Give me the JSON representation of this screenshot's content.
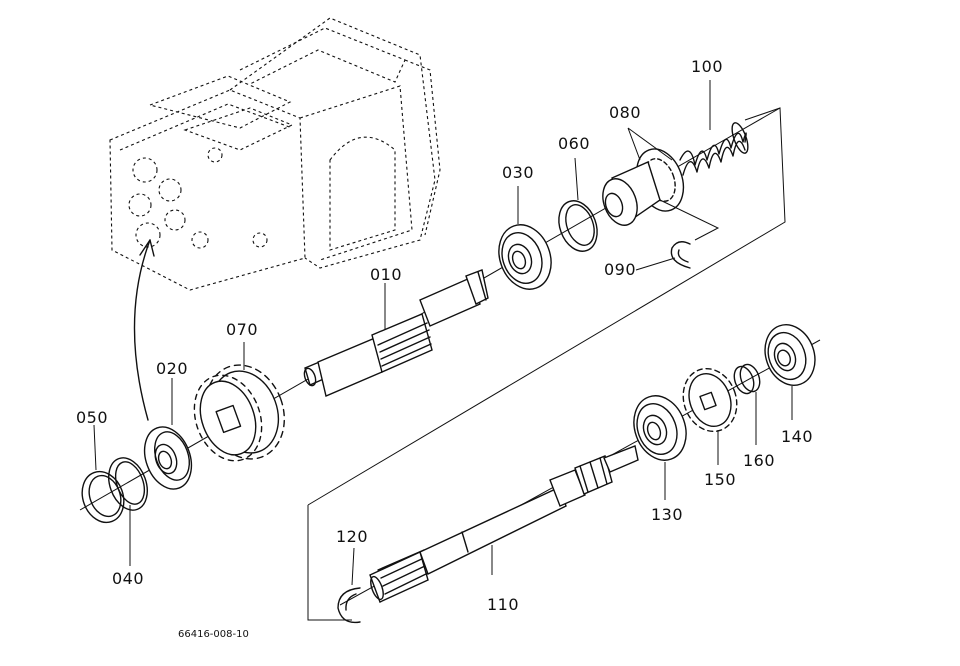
{
  "parts": {
    "p010": "010",
    "p020": "020",
    "p030": "030",
    "p040": "040",
    "p050": "050",
    "p060": "060",
    "p070": "070",
    "p080": "080",
    "p090": "090",
    "p100": "100",
    "p110": "110",
    "p120": "120",
    "p130": "130",
    "p140": "140",
    "p150": "150",
    "p160": "160"
  },
  "drawing_code": "66416-008-10"
}
